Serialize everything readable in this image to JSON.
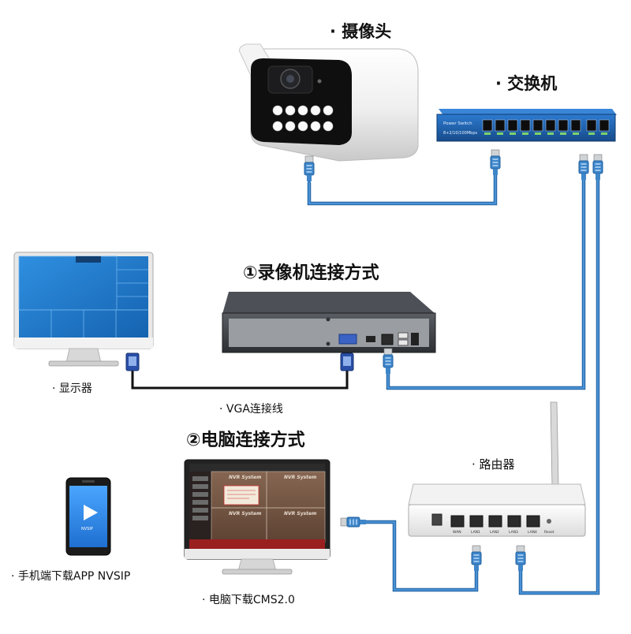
{
  "labels": {
    "camera": "· 摄像头",
    "switch": "· 交换机",
    "method1": "①录像机连接方式",
    "monitor": "· 显示器",
    "vga_cable": "· VGA连接线",
    "method2": "②电脑连接方式",
    "router": "· 路由器",
    "phone": "· 手机端下载APP NVSIP",
    "pc": "· 电脑下载CMS2.0"
  },
  "device_text": {
    "switch_brand": "Power Switch",
    "switch_spec": "8+2/10/100Mbps",
    "pc_screen_title_1": "NVR System",
    "pc_screen_title_2": "NVR System",
    "pc_screen_title_3": "NVR System",
    "pc_screen_title_4": "NVR System",
    "router_port_wan": "WAN",
    "router_port_lan1": "LAN1",
    "router_port_lan2": "LAN2",
    "router_port_lan3": "LAN3",
    "router_port_lan4": "LAN4",
    "router_reset": "Reset",
    "phone_app": "NVSIP"
  },
  "colors": {
    "cable": "#3f86c9",
    "cable_dark": "#1e5f9e",
    "vga_cable": "#111111",
    "vga_plug": "#2a4fa8",
    "monitor_screen": "#1f7fd1",
    "switch_body": "#1d5fae",
    "nvr_body": "#3a3d42"
  }
}
